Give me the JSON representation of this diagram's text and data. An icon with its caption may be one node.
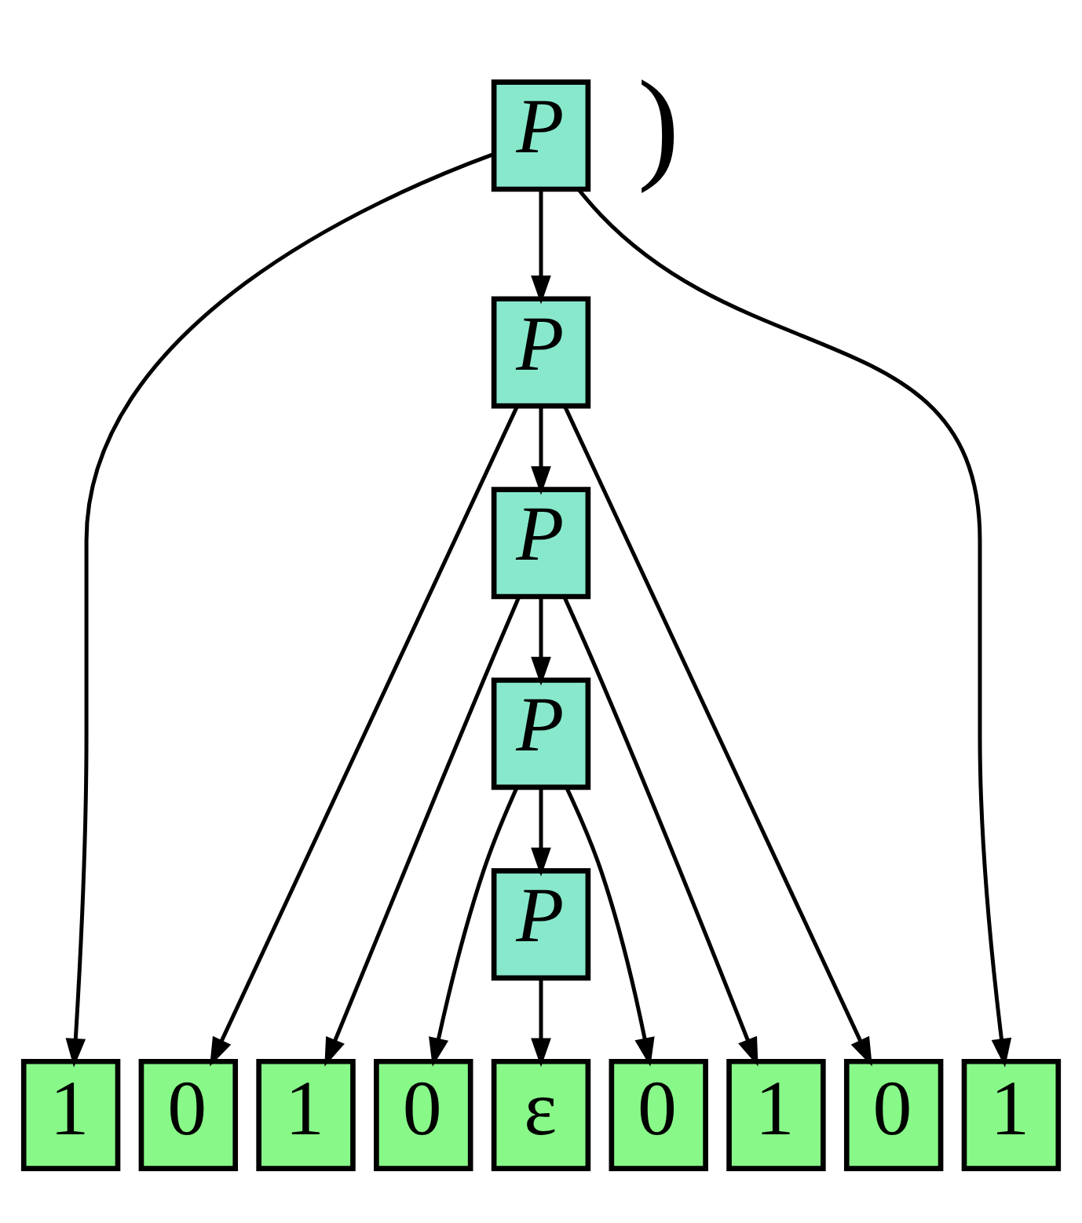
{
  "diagram": {
    "nodes": [
      {
        "text": [
          "P"
        ]
      },
      {
        "text": [
          "P"
        ]
      },
      {
        "text": [
          "P"
        ]
      },
      {
        "text": [
          "P"
        ]
      },
      {
        "text": [
          "P"
        ]
      },
      {
        "text": [
          "1"
        ]
      },
      {
        "text": [
          "0"
        ]
      },
      {
        "text": [
          "1"
        ]
      },
      {
        "text": [
          "0"
        ]
      },
      {
        "text": [
          "ε"
        ]
      },
      {
        "text": [
          "0"
        ]
      },
      {
        "text": [
          "1"
        ]
      },
      {
        "text": [
          "0"
        ]
      },
      {
        "text": [
          "1"
        ]
      }
    ],
    "edges": [
      {
        "from": 0,
        "to": 5,
        "arrow": "to"
      },
      {
        "from": 0,
        "to": 1,
        "arrow": "to"
      },
      {
        "from": 0,
        "to": 13,
        "arrow": "to"
      },
      {
        "from": 1,
        "to": 6,
        "arrow": "to"
      },
      {
        "from": 1,
        "to": 2,
        "arrow": "to"
      },
      {
        "from": 1,
        "to": 12,
        "arrow": "to"
      },
      {
        "from": 2,
        "to": 7,
        "arrow": "to"
      },
      {
        "from": 2,
        "to": 3,
        "arrow": "to"
      },
      {
        "from": 2,
        "to": 11,
        "arrow": "to"
      },
      {
        "from": 3,
        "to": 8,
        "arrow": "to"
      },
      {
        "from": 3,
        "to": 4,
        "arrow": "to"
      },
      {
        "from": 3,
        "to": 10,
        "arrow": "to"
      },
      {
        "from": 4,
        "to": 9,
        "arrow": "to"
      }
    ],
    "labels": [
      ")"
    ]
  }
}
